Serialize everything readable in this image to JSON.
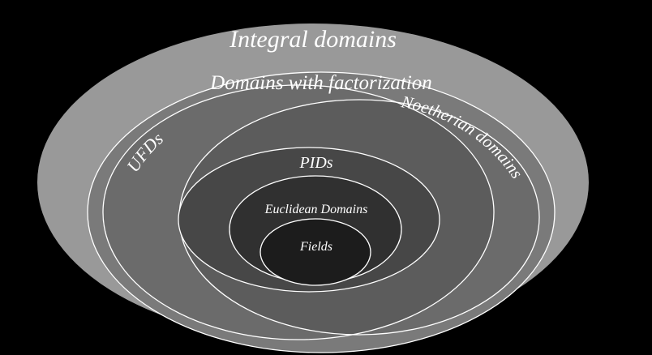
{
  "background_color": "#000000",
  "line_color": "#ffffff",
  "regions": [
    {
      "key": "integral_domains",
      "label": "Integral domains",
      "fill": "#999999"
    },
    {
      "key": "domains_with_factorization",
      "label": "Domains with factorization",
      "fill": "#7a7a7a"
    },
    {
      "key": "noetherian_domains",
      "label": "Noetherian domains",
      "fill": "#6b6b6b"
    },
    {
      "key": "ufds",
      "label": "UFDs",
      "fill": "#6b6b6b"
    },
    {
      "key": "pids",
      "label": "PIDs",
      "fill": "#474747"
    },
    {
      "key": "euclidean_domains",
      "label": "Euclidean Domains",
      "fill": "#303030"
    },
    {
      "key": "fields",
      "label": "Fields",
      "fill": "#1c1c1c"
    }
  ]
}
